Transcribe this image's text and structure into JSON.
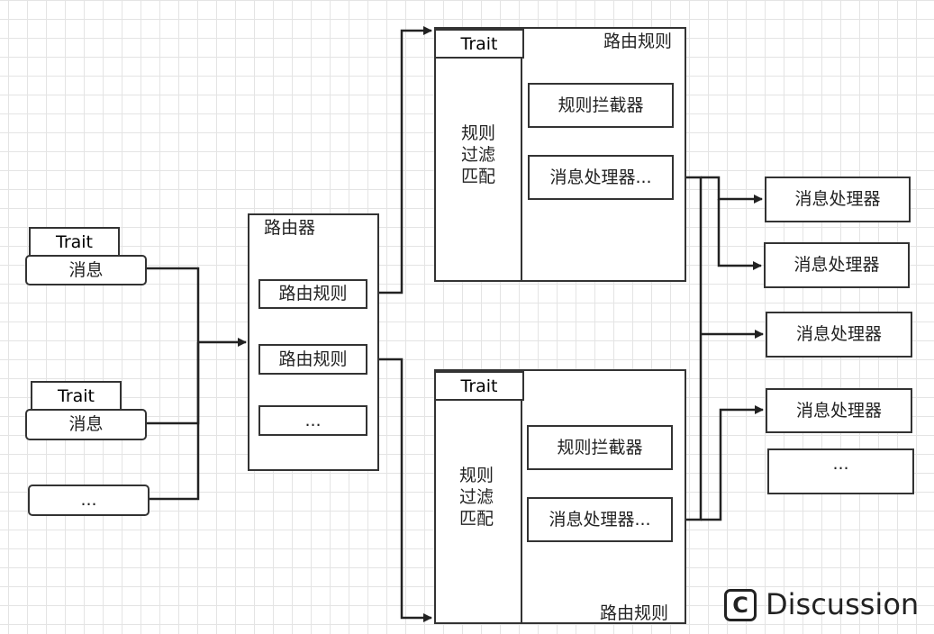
{
  "inputs": {
    "trait1": "Trait",
    "msg1": "消息",
    "trait2": "Trait",
    "msg2": "消息",
    "more": "..."
  },
  "router": {
    "title": "路由器",
    "rule1": "路由规则",
    "rule2": "路由规则",
    "more": "..."
  },
  "rule_top": {
    "title": "路由规则",
    "trait": "Trait",
    "filter": "规则过滤匹配",
    "interceptor": "规则拦截器",
    "handler": "消息处理器..."
  },
  "rule_bottom": {
    "title": "路由规则",
    "trait": "Trait",
    "filter": "规则过滤匹配",
    "interceptor": "规则拦截器",
    "handler": "消息处理器..."
  },
  "handlers": {
    "h1": "消息处理器",
    "h2": "消息处理器",
    "h3": "消息处理器",
    "h4": "消息处理器",
    "more": "..."
  },
  "watermark": {
    "icon_letter": "C",
    "text": "Discussion"
  }
}
